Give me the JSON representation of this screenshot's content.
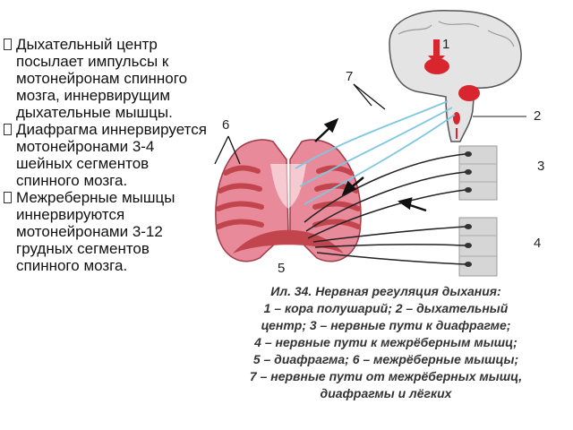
{
  "bullets": [
    "Дыхательный центр посылает импульсы к мотонейронам спинного мозга, иннервирущим дыхательные мышцы.",
    "Диафрагма иннервируется мотонейронами 3-4 шейных сегментов спинного мозга.",
    "Межреберные мышцы иннервируются мотонейронами 3-12 грудных сегментов спинного мозга."
  ],
  "figure": {
    "labels": [
      "1",
      "2",
      "3",
      "4",
      "5",
      "6",
      "7"
    ]
  },
  "caption": {
    "lines": [
      "Ил. 34. Нервная регуляция дыхания:",
      "1 – кора полушарий; 2 – дыхательный",
      "центр; 3 – нервные пути к диафрагме;",
      "4 – нервные пути к межрёберным мышц;",
      "5 – диафрагма; 6 – межрёберные мышцы;",
      "7 – нервные пути от межрёберных мышц,",
      "диафрагмы и лёгких"
    ]
  },
  "colors": {
    "brain_fill": "#e4e4e4",
    "center_red": "#d9262e",
    "lung_pink": "#e88a9a",
    "rib_red": "#c2454e",
    "nerve_blue": "#7fc7e0",
    "nerve_dark": "#222222",
    "spine_gray": "#d6d6d6"
  }
}
